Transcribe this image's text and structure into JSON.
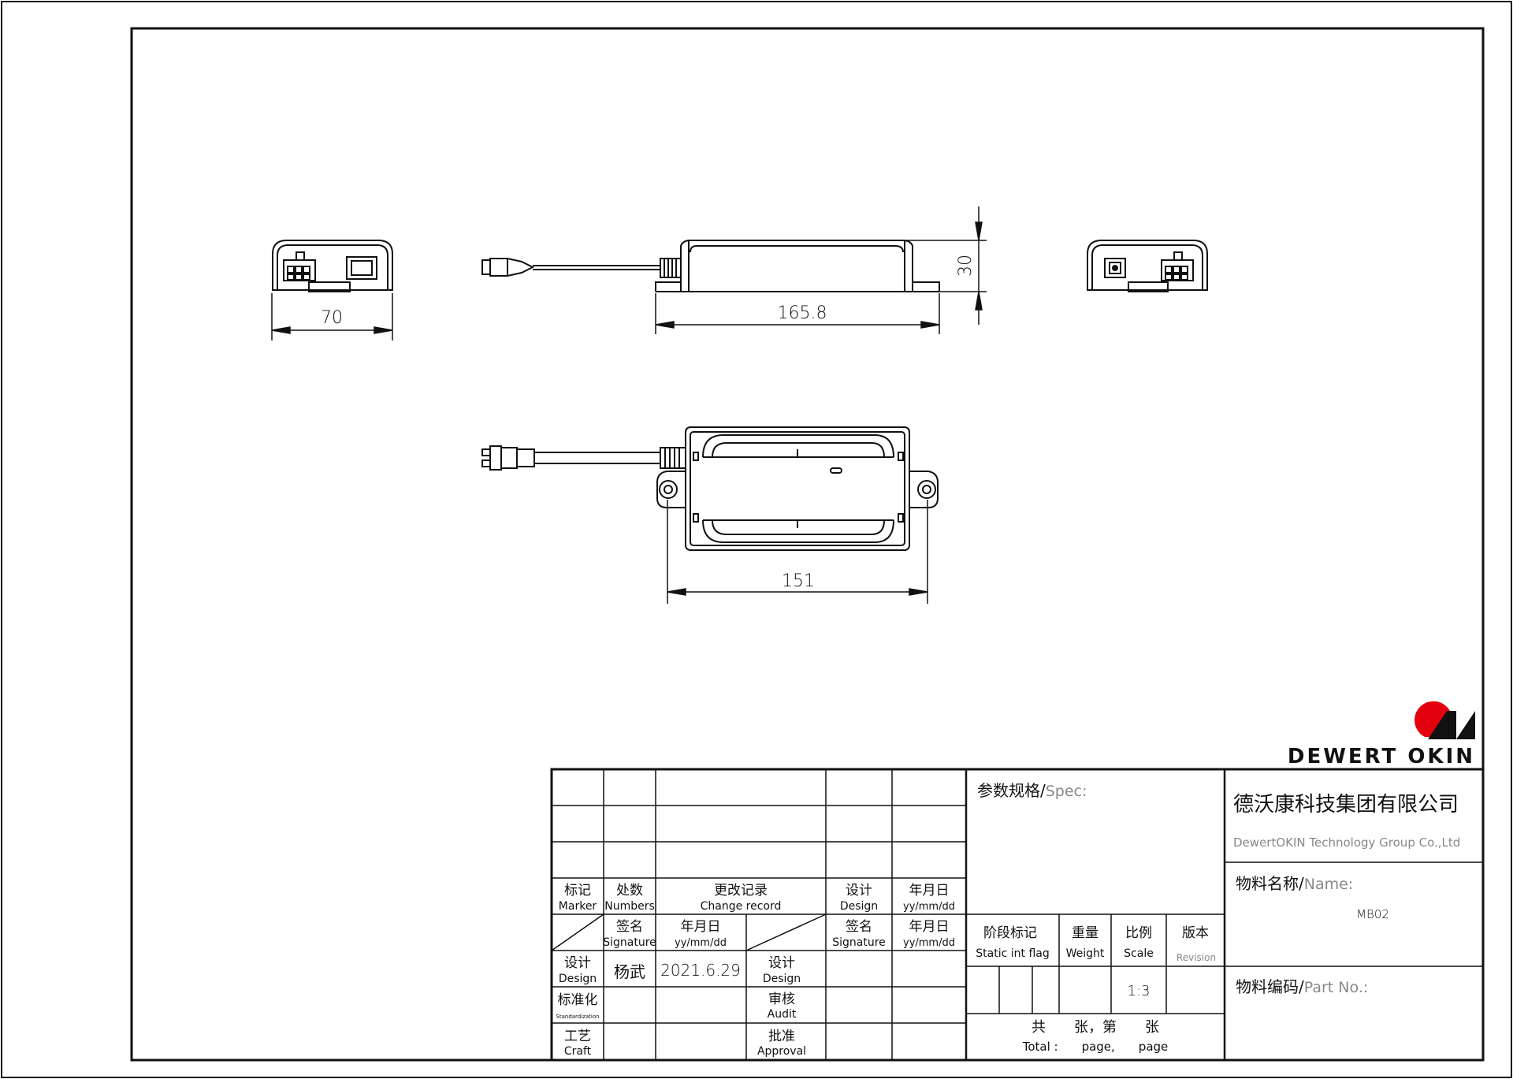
{
  "dimensions": {
    "side_left_width": "70",
    "front_length": "165.8",
    "front_height": "30",
    "top_mount_length": "151"
  },
  "title_block": {
    "brand": "DEWERT OKIN",
    "company_cn": "德沃康科技集团有限公司",
    "company_en": "DewertOKIN Technology Group Co.,Ltd",
    "spec_cn": "参数规格",
    "spec_en": "Spec:",
    "name_cn": "物料名称",
    "name_en": "Name:",
    "name_value": "MB02",
    "partno_cn": "物料编码",
    "partno_en": "Part No.:",
    "headers": {
      "marker_cn": "标记",
      "marker_en": "Marker",
      "numbers_cn": "处数",
      "numbers_en": "Numbers",
      "change_cn": "更改记录",
      "change_en": "Change record",
      "design_cn": "设计",
      "design_en": "Design",
      "date_cn": "年月日",
      "date_en": "yy/mm/dd",
      "sign_cn": "签名",
      "sign_en": "Signature",
      "std_cn": "标准化",
      "std_en": "Standardization",
      "audit_cn": "审核",
      "audit_en": "Audit",
      "craft_cn": "工艺",
      "craft_en": "Craft",
      "approval_cn": "批准",
      "approval_en": "Approval"
    },
    "designer_sig": "杨武",
    "design_date": "2021.6.29",
    "stage_cn": "阶段标记",
    "stage_en": "Static int flag",
    "weight_cn": "重量",
    "weight_en": "Weight",
    "scale_cn": "比例",
    "scale_en": "Scale",
    "revision_cn": "版本",
    "revision_en": "Revision",
    "scale_value": "1:3",
    "pages_cn": "共　　张，第　　张",
    "pages_en": "Total :　　page,　　page"
  },
  "colors": {
    "line": "#111111",
    "logo_red": "#e3000f"
  }
}
